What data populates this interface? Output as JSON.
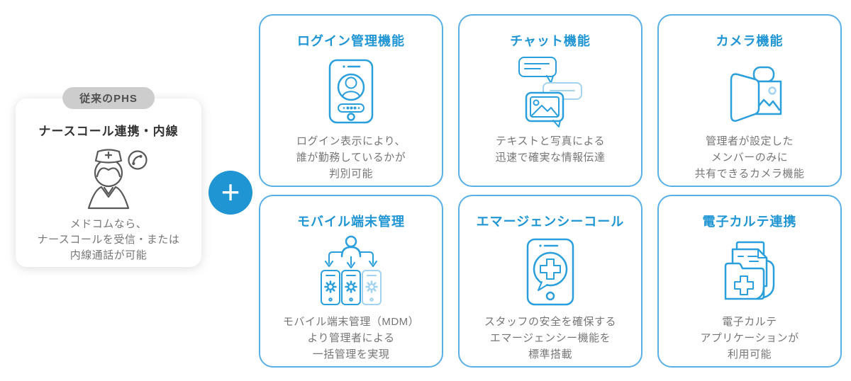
{
  "colors": {
    "accent_blue": "#2095D3",
    "card_border_blue": "#5AB0E4",
    "icon_blue": "#2B9FDC",
    "icon_light_blue": "#A3D3EE",
    "body_gray": "#767676",
    "title_dark": "#333333",
    "badge_bg": "#CDCDCD",
    "badge_text": "#4F4F4F",
    "nurse_gray": "#595959"
  },
  "phs_card": {
    "badge_label": "従来のPHS",
    "title": "ナースコール連携・内線",
    "icon": "nurse-with-phone-icon",
    "description_lines": [
      "メドコムなら、",
      "ナースコールを受信・または",
      "内線通話が可能"
    ]
  },
  "connector": {
    "plus_symbol": "+"
  },
  "features": [
    {
      "title": "ログイン管理機能",
      "icon": "login-phone-icon",
      "description_lines": [
        "ログイン表示により、",
        "誰が勤務しているかが",
        "判別可能"
      ]
    },
    {
      "title": "チャット機能",
      "icon": "chat-bubbles-icon",
      "description_lines": [
        "テキストと写真による",
        "迅速で確実な情報伝達"
      ]
    },
    {
      "title": "カメラ機能",
      "icon": "camera-share-icon",
      "description_lines": [
        "管理者が設定した",
        "メンバーのみに",
        "共有できるカメラ機能"
      ]
    },
    {
      "title": "モバイル端末管理",
      "icon": "mdm-devices-icon",
      "description_lines": [
        "モバイル端末管理（MDM）",
        "より管理者による",
        "一括管理を実現"
      ]
    },
    {
      "title": "エマージェンシーコール",
      "icon": "emergency-call-icon",
      "description_lines": [
        "スタッフの安全を確保する",
        "エマージェンシー機能を",
        "標準搭載"
      ]
    },
    {
      "title": "電子カルテ連携",
      "icon": "ehr-folder-icon",
      "description_lines": [
        "電子カルテ",
        "アプリケーションが",
        "利用可能"
      ]
    }
  ]
}
